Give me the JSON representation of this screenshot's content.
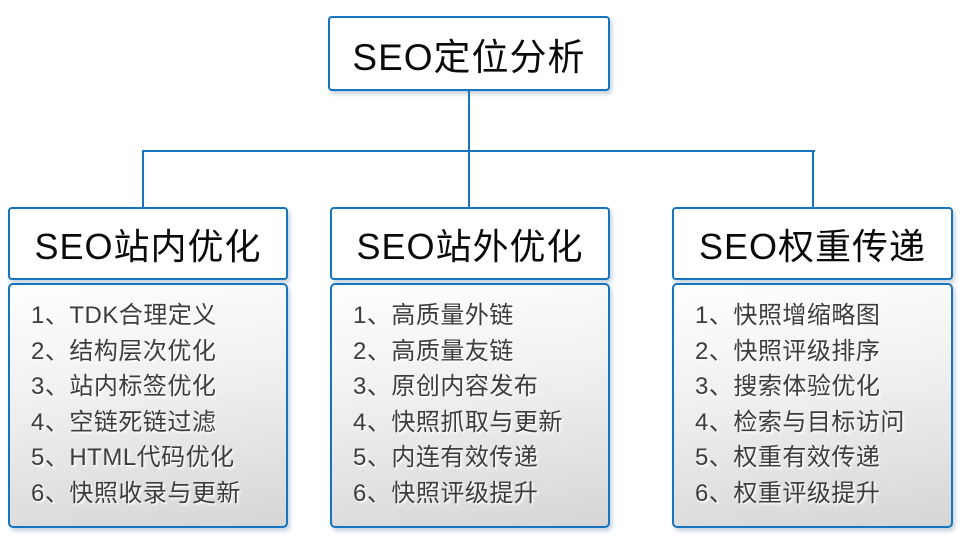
{
  "diagram": {
    "root": {
      "title": "SEO定位分析"
    },
    "columns": [
      {
        "header": "SEO站内优化",
        "items": [
          "1、TDK合理定义",
          "2、结构层次优化",
          "3、站内标签优化",
          "4、空链死链过滤",
          "5、HTML代码优化",
          "6、快照收录与更新"
        ]
      },
      {
        "header": "SEO站外优化",
        "items": [
          "1、高质量外链",
          "2、高质量友链",
          "3、原创内容发布",
          "4、快照抓取与更新",
          "5、内连有效传递",
          "6、快照评级提升"
        ]
      },
      {
        "header": "SEO权重传递",
        "items": [
          "1、快照增缩略图",
          "2、快照评级排序",
          "3、搜索体验优化",
          "4、检索与目标访问",
          "5、权重有效传递",
          "6、权重评级提升"
        ]
      }
    ]
  },
  "colors": {
    "accent": "#1874BC",
    "list_text": "#3d3d3d",
    "gradient_top": "#ffffff",
    "gradient_bottom": "#d6d6d6"
  }
}
